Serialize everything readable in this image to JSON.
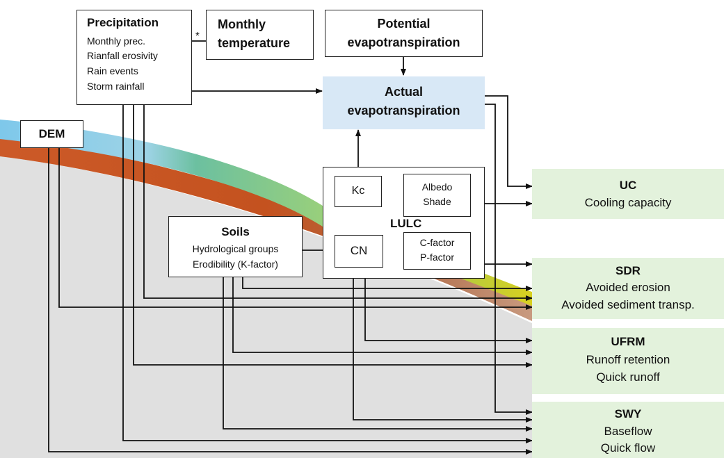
{
  "precipitation": {
    "title": "Precipitation",
    "items": [
      "Monthly prec.",
      "Rianfall erosivity",
      "Rain events",
      "Storm rainfall"
    ]
  },
  "monthly_temperature": {
    "line1": "Monthly",
    "line2": "temperature",
    "asterisk": "*"
  },
  "potential_et": {
    "line1": "Potential",
    "line2": "evapotranspiration"
  },
  "actual_et": {
    "line1": "Actual",
    "line2": "evapotranspiration"
  },
  "dem": {
    "label": "DEM"
  },
  "soils": {
    "title": "Soils",
    "items": [
      "Hydrological groups",
      "Erodibility (K-factor)"
    ]
  },
  "lulc": {
    "title": "LULC",
    "kc": "Kc",
    "albedo": [
      "Albedo",
      "Shade"
    ],
    "cn": "CN",
    "cp": [
      "C-factor",
      "P-factor"
    ]
  },
  "outputs": [
    {
      "title": "UC",
      "lines": [
        "Cooling capacity"
      ]
    },
    {
      "title": "SDR",
      "lines": [
        "Avoided erosion",
        "Avoided sediment transp."
      ]
    },
    {
      "title": "UFRM",
      "lines": [
        "Runoff retention",
        "Quick runoff"
      ]
    },
    {
      "title": "SWY",
      "lines": [
        "Baseflow",
        "Quick flow"
      ]
    }
  ],
  "colors": {
    "ground": "#e0e0e0",
    "water_layer": "#8fd0ea",
    "soil_layer": "#c8592a",
    "vegetation_layer": "#7cc08a",
    "sediment_layer": "#c8a080",
    "output_fill": "#e3f2dc",
    "et_fill": "#d8e8f6"
  }
}
